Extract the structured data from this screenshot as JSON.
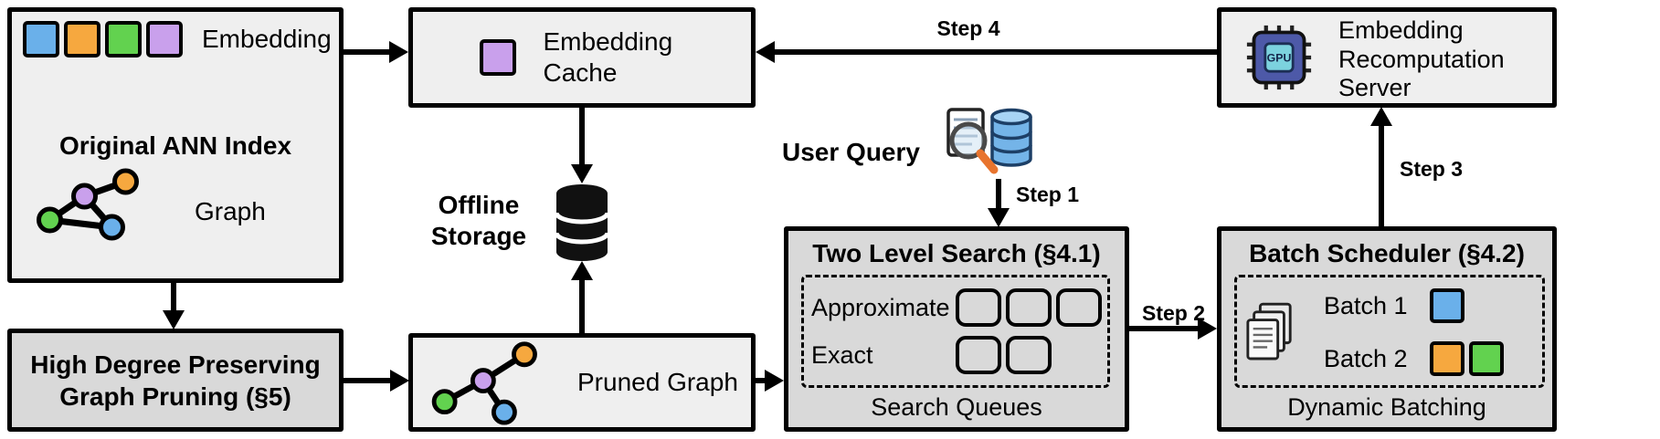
{
  "colors": {
    "blue": "#6ab0ea",
    "orange": "#f6a83f",
    "green": "#62d24f",
    "purple": "#c9a0ec",
    "box_light": "#efefef",
    "box_dark": "#d9d9d9"
  },
  "ann": {
    "embedding_label": "Embedding",
    "title": "Original ANN Index",
    "graph_label": "Graph"
  },
  "cache": {
    "label": "Embedding Cache"
  },
  "server": {
    "label": "Embedding Recomputation Server"
  },
  "storage": {
    "label": "Offline Storage"
  },
  "query": {
    "label": "User Query"
  },
  "search": {
    "title": "Two Level Search (§4.1)",
    "approx_label": "Approximate",
    "approx_queue_count": 3,
    "exact_label": "Exact",
    "exact_queue_count": 2,
    "footer": "Search Queues"
  },
  "sched": {
    "title": "Batch Scheduler (§4.2)",
    "batch1_label": "Batch 1",
    "batch1_colors": [
      "blue"
    ],
    "batch2_label": "Batch 2",
    "batch2_colors": [
      "orange",
      "green"
    ],
    "footer": "Dynamic Batching"
  },
  "pruning": {
    "title": "High Degree Preserving Graph Pruning (§5)"
  },
  "pruned": {
    "label": "Pruned Graph"
  },
  "steps": {
    "s1": "Step 1",
    "s2": "Step 2",
    "s3": "Step 3",
    "s4": "Step 4"
  },
  "icons": {
    "gpu_label": "GPU"
  }
}
